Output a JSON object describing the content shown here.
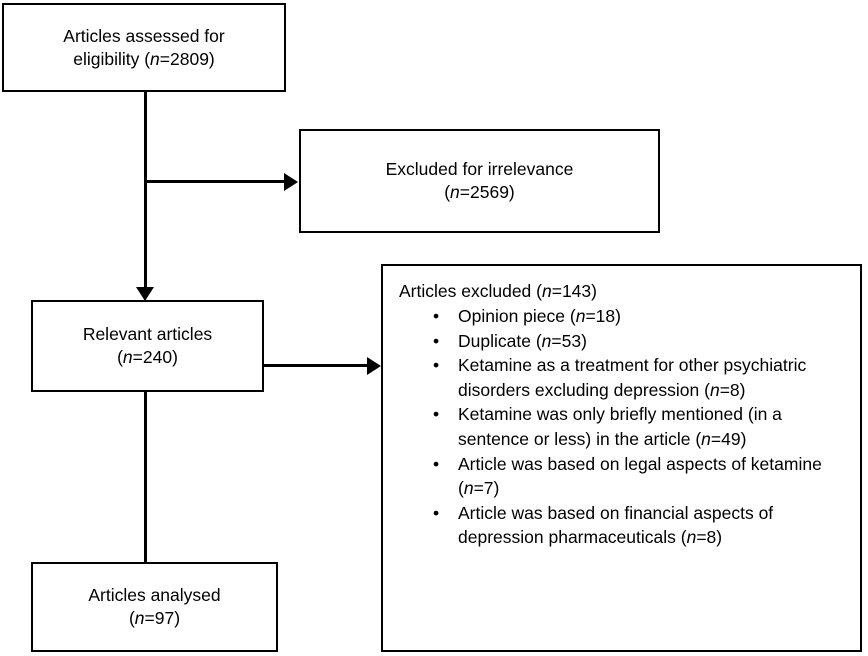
{
  "diagram": {
    "type": "flowchart",
    "title": "Article screening flow diagram",
    "colors": {
      "stroke": "#000000",
      "background": "#ffffff",
      "text": "#000000"
    },
    "boxes": {
      "assessed": {
        "line1": "Articles assessed for",
        "line2_prefix": "eligibility (",
        "line2_n": "n",
        "line2_suffix": "=2809)",
        "count": 2809
      },
      "irrelevant": {
        "line1": "Excluded for irrelevance",
        "line2_prefix": "(",
        "line2_n": "n",
        "line2_suffix": "=2569)",
        "count": 2569
      },
      "relevant": {
        "line1": "Relevant articles",
        "line2_prefix": "(",
        "line2_n": "n",
        "line2_suffix": "=240)",
        "count": 240
      },
      "analysed": {
        "line1": "Articles analysed",
        "line2_prefix": "(",
        "line2_n": "n",
        "line2_suffix": "=97)",
        "count": 97
      },
      "excluded": {
        "heading_prefix": "Articles excluded (",
        "heading_n": "n",
        "heading_suffix": "=143)",
        "count": 143,
        "bullet_glyph": "•",
        "items": [
          {
            "text_before": "Opinion piece (",
            "n": "n",
            "text_after": "=18)",
            "count": 18
          },
          {
            "text_before": "Duplicate (",
            "n": "n",
            "text_after": "=53)",
            "count": 53
          },
          {
            "text_before": "Ketamine as a treatment for other psychiatric disorders excluding depression (",
            "n": "n",
            "text_after": "=8)",
            "count": 8
          },
          {
            "text_before": "Ketamine was only briefly mentioned (in a sentence or less) in the article (",
            "n": "n",
            "text_after": "=49)",
            "count": 49
          },
          {
            "text_before": "Article was based on legal aspects of ketamine (",
            "n": "n",
            "text_after": "=7)",
            "count": 7
          },
          {
            "text_before": "Article was based on financial aspects of depression pharmaceuticals (",
            "n": "n",
            "text_after": "=8)",
            "count": 8
          }
        ]
      }
    },
    "connectors": [
      {
        "name": "assessed-to-relevant",
        "from": "assessed",
        "to": "relevant",
        "arrow": "down"
      },
      {
        "name": "branch-to-irrelevant",
        "from": "assessed",
        "to": "irrelevant",
        "arrow": "right"
      },
      {
        "name": "relevant-to-excluded",
        "from": "relevant",
        "to": "excluded",
        "arrow": "right"
      },
      {
        "name": "relevant-to-analysed",
        "from": "relevant",
        "to": "analysed",
        "arrow": "none"
      }
    ]
  }
}
